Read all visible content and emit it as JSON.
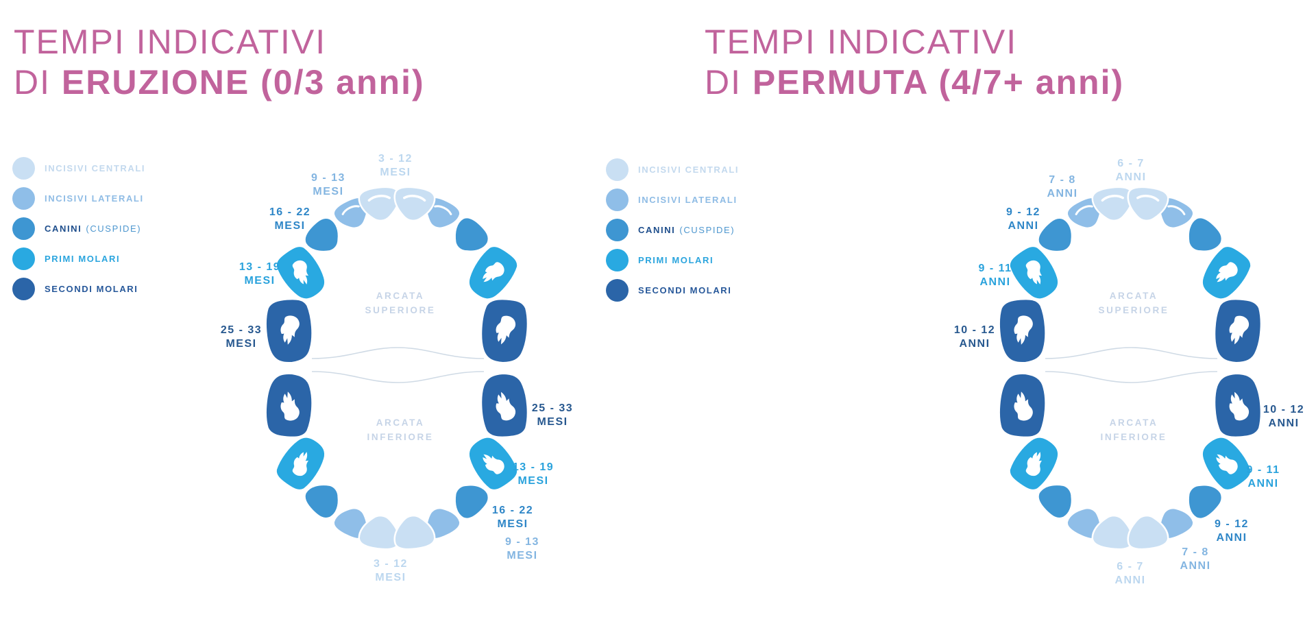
{
  "colors": {
    "background": "#FFFFFF",
    "title_pink": "#C1639C",
    "arcata_text": "#C6D4E7",
    "separator_line": "#CFDAE5",
    "tooth": {
      "central": "#C9DFF3",
      "lateral": "#8FBEE8",
      "canine": "#3E96D2",
      "m1": "#29A9E1",
      "m2": "#2B65A8"
    },
    "label": {
      "central": "#BCD7EF",
      "lateral": "#83B5E1",
      "canine": "#2E86C7",
      "m1": "#29A2DC",
      "m2": "#27588F"
    }
  },
  "legend": [
    {
      "type": "central",
      "label": "INCISIVI CENTRALI",
      "text_color": "#C3D9EE"
    },
    {
      "type": "lateral",
      "label": "INCISIVI LATERALI",
      "text_color": "#8FBCE5"
    },
    {
      "type": "canine",
      "label": "CANINI",
      "suffix": "(CUSPIDE)",
      "text_color": "#1E4E8C",
      "suffix_color": "#4E97CF"
    },
    {
      "type": "m1",
      "label": "PRIMI MOLARI",
      "text_color": "#2BA5DE"
    },
    {
      "type": "m2",
      "label": "SECONDI MOLARI",
      "text_color": "#27589A"
    }
  ],
  "panels": [
    {
      "id": "eruzione",
      "title_line1": "TEMPI INDICATIVI",
      "title_line2_prefix": "DI ",
      "title_line2_bold": "ERUZIONE",
      "title_line2_suffix": " (0/3 anni)",
      "unit": "MESI",
      "arch_upper": [
        "ARCATA",
        "SUPERIORE"
      ],
      "arch_lower": [
        "ARCATA",
        "INFERIORE"
      ],
      "times": {
        "central": "3 - 12",
        "lateral": "9 - 13",
        "canine": "16 - 22",
        "m1": "13 - 19",
        "m2": "25 - 33"
      }
    },
    {
      "id": "permuta",
      "title_line1": "TEMPI INDICATIVI",
      "title_line2_prefix": "DI ",
      "title_line2_bold": "PERMUTA",
      "title_line2_suffix": " (4/7+ anni)",
      "unit": "ANNI",
      "arch_upper": [
        "ARCATA",
        "SUPERIORE"
      ],
      "arch_lower": [
        "ARCATA",
        "INFERIORE"
      ],
      "times": {
        "central": "6 - 7",
        "lateral": "7 - 8",
        "canine": "9 - 12",
        "m1": "9 - 11",
        "m2": "10 - 12"
      }
    }
  ]
}
